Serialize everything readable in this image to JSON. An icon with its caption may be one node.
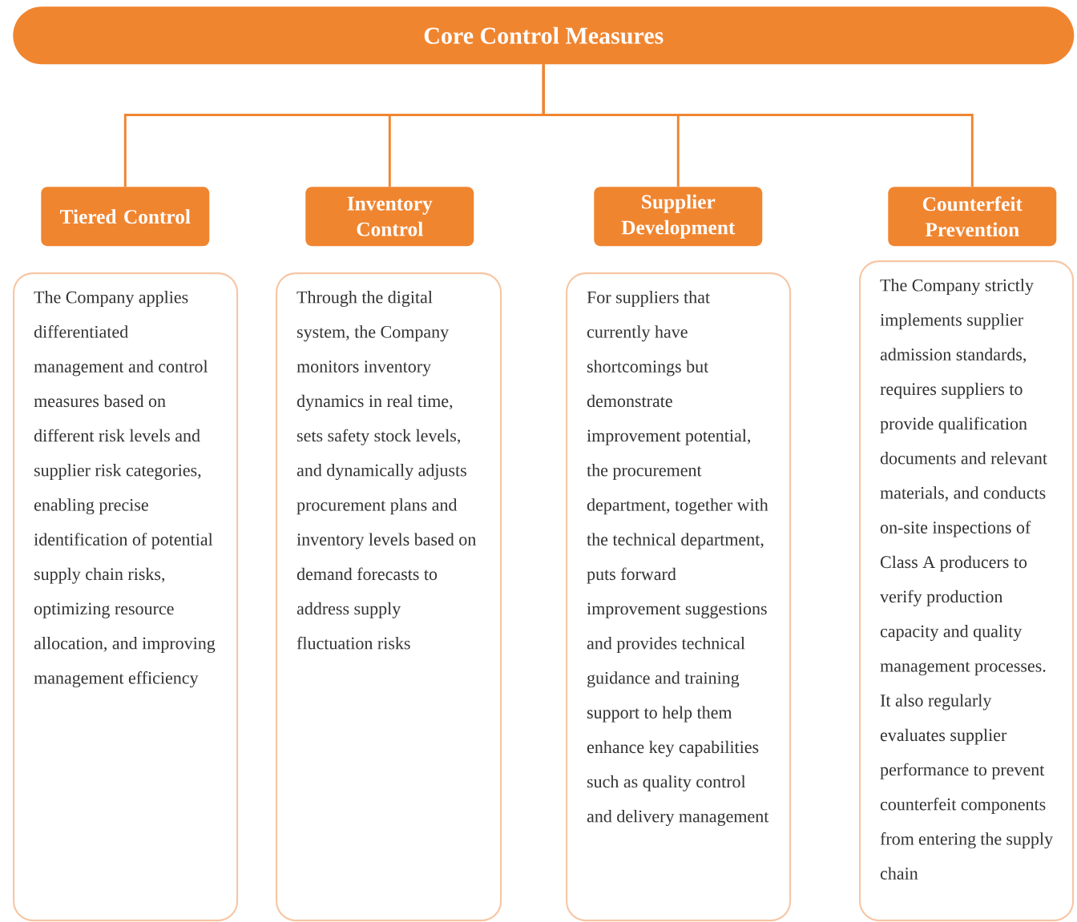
{
  "diagram": {
    "nodes": [
      {
        "text": [
          "Core Control Measures"
        ]
      },
      {
        "text": [
          "Tiered Control"
        ]
      },
      {
        "text": [
          "Inventory Control"
        ]
      },
      {
        "text": [
          "Supplier Development"
        ]
      },
      {
        "text": [
          "Counterfeit Prevention"
        ]
      },
      {
        "text": [
          "The Company applies differentiated management and control measures based on different risk levels and supplier risk categories, enabling precise identification of potential supply chain risks, optimizing resource allocation, and improving management efficiency"
        ]
      },
      {
        "text": [
          "Through the digital system, the Company monitors inventory dynamics in real time, sets safety stock levels, and dynamically adjusts procurement plans and inventory levels based on demand forecasts to address supply fluctuation risks"
        ]
      },
      {
        "text": [
          "For suppliers that currently have shortcomings but demonstrate improvement potential, the procurement department, together with the technical department, puts forward improvement suggestions and provides technical guidance and training support to help them enhance key capabilities such as quality control and delivery management"
        ]
      },
      {
        "text": [
          "The Company strictly implements supplier admission standards, requires suppliers to provide qualification documents and relevant materials, and conducts on-site inspections of Class A producers to verify production capacity and quality management processes. It also regularly evaluates supplier performance to prevent counterfeit components from entering the supply chain"
        ]
      }
    ],
    "edges": [
      {
        "from": 0,
        "to": 1,
        "arrow": "none"
      },
      {
        "from": 0,
        "to": 2,
        "arrow": "none"
      },
      {
        "from": 0,
        "to": 3,
        "arrow": "none"
      },
      {
        "from": 0,
        "to": 4,
        "arrow": "none"
      }
    ]
  }
}
